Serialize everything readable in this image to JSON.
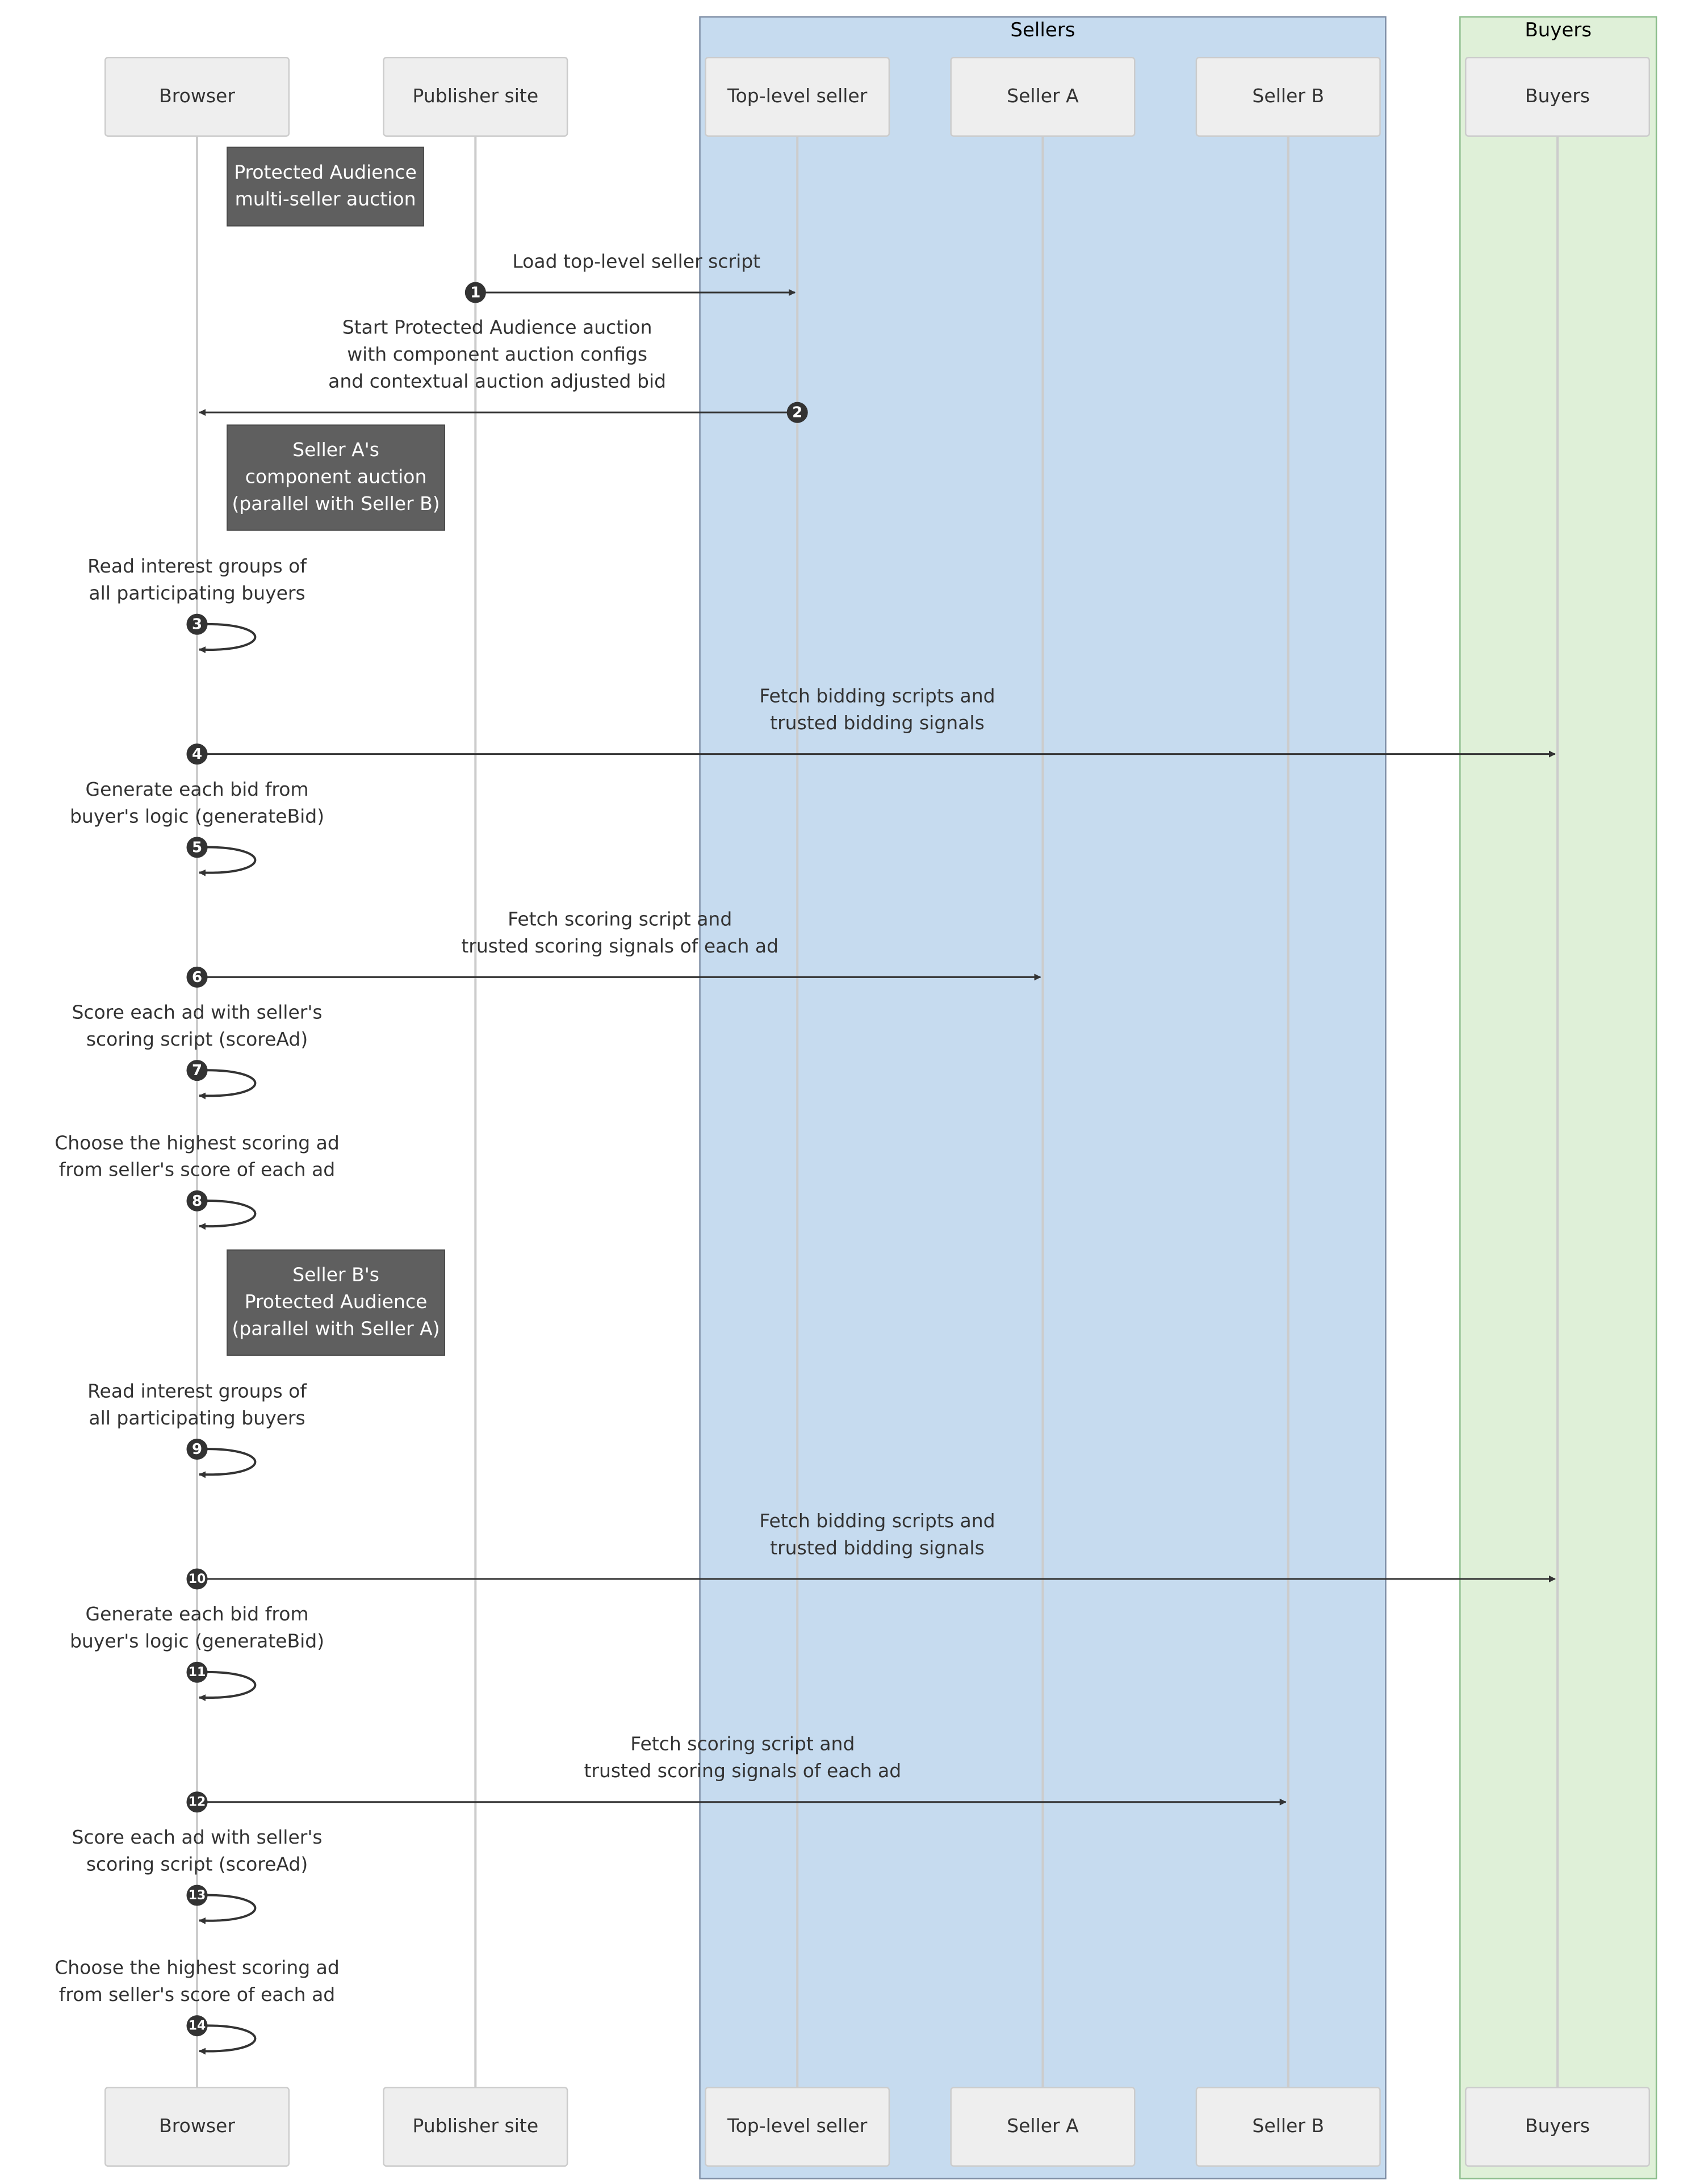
{
  "colors": {
    "sellers_box_fill": "#c6dbef",
    "sellers_box_stroke": "#7f8fa6",
    "buyers_box_fill": "#dff0d8",
    "buyers_box_stroke": "#8fbf8f",
    "participant_fill": "#eeeeee",
    "participant_stroke": "#cccccc",
    "lifeline": "#cccccc",
    "note_fill": "#5f5f5f",
    "note_text": "#ffffff",
    "arrow": "#333333",
    "text": "#333333",
    "badge_fill": "#333333",
    "badge_text": "#ffffff"
  },
  "groups": [
    {
      "id": "sellers",
      "label": "Sellers"
    },
    {
      "id": "buyers",
      "label": "Buyers"
    }
  ],
  "participants": [
    {
      "id": "browser",
      "label": "Browser"
    },
    {
      "id": "publisher",
      "label": "Publisher site"
    },
    {
      "id": "toplevel",
      "label": "Top-level seller"
    },
    {
      "id": "sellerA",
      "label": "Seller A"
    },
    {
      "id": "sellerB",
      "label": "Seller B"
    },
    {
      "id": "buyers",
      "label": "Buyers"
    }
  ],
  "notes": [
    {
      "lines": [
        "Protected Audience",
        "multi-seller auction"
      ]
    },
    {
      "lines": [
        "Seller A's",
        "component auction",
        "(parallel with Seller B)"
      ]
    },
    {
      "lines": [
        "Seller B's",
        "Protected Audience",
        "(parallel with Seller A)"
      ]
    }
  ],
  "messages": [
    {
      "n": 1,
      "from": "publisher",
      "to": "toplevel",
      "lines": [
        "Load top-level seller script"
      ]
    },
    {
      "n": 2,
      "from": "toplevel",
      "to": "browser",
      "lines": [
        "Start Protected Audience auction",
        "with component auction configs",
        "and contextual auction adjusted bid"
      ]
    },
    {
      "n": 3,
      "from": "browser",
      "to": "browser",
      "lines": [
        "Read interest groups of",
        "all participating buyers"
      ]
    },
    {
      "n": 4,
      "from": "browser",
      "to": "buyers",
      "lines": [
        "Fetch bidding scripts and",
        "trusted bidding signals"
      ]
    },
    {
      "n": 5,
      "from": "browser",
      "to": "browser",
      "lines": [
        "Generate each bid from",
        "buyer's logic (generateBid)"
      ]
    },
    {
      "n": 6,
      "from": "browser",
      "to": "sellerA",
      "lines": [
        "Fetch scoring script and",
        "trusted scoring signals of each ad"
      ]
    },
    {
      "n": 7,
      "from": "browser",
      "to": "browser",
      "lines": [
        "Score each ad with seller's",
        "scoring script (scoreAd)"
      ]
    },
    {
      "n": 8,
      "from": "browser",
      "to": "browser",
      "lines": [
        "Choose the highest scoring ad",
        "from seller's score of each ad"
      ]
    },
    {
      "n": 9,
      "from": "browser",
      "to": "browser",
      "lines": [
        "Read interest groups of",
        "all participating buyers"
      ]
    },
    {
      "n": 10,
      "from": "browser",
      "to": "buyers",
      "lines": [
        "Fetch bidding scripts and",
        "trusted bidding signals"
      ]
    },
    {
      "n": 11,
      "from": "browser",
      "to": "browser",
      "lines": [
        "Generate each bid from",
        "buyer's logic (generateBid)"
      ]
    },
    {
      "n": 12,
      "from": "browser",
      "to": "sellerB",
      "lines": [
        "Fetch scoring script and",
        "trusted scoring signals of each ad"
      ]
    },
    {
      "n": 13,
      "from": "browser",
      "to": "browser",
      "lines": [
        "Score each ad with seller's",
        "scoring script (scoreAd)"
      ]
    },
    {
      "n": 14,
      "from": "browser",
      "to": "browser",
      "lines": [
        "Choose the highest scoring ad",
        "from seller's score of each ad"
      ]
    }
  ]
}
